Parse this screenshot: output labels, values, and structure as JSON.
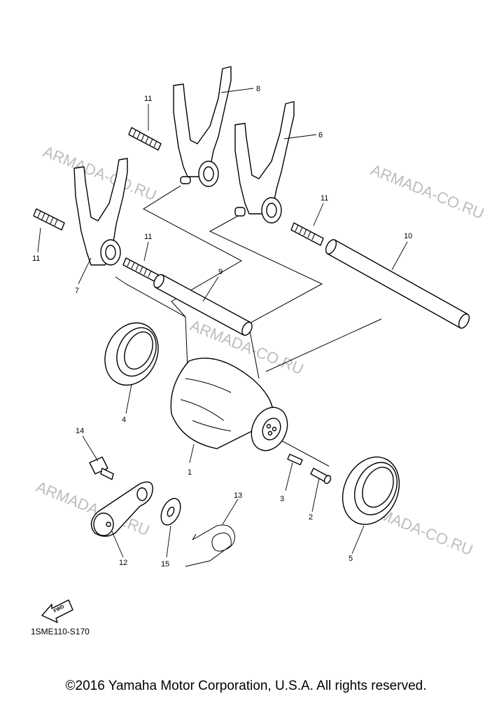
{
  "diagram": {
    "callouts": {
      "p1": "1",
      "p2": "2",
      "p3": "3",
      "p4": "4",
      "p5": "5",
      "p6": "6",
      "p7": "7",
      "p8": "8",
      "p9": "9",
      "p10": "10",
      "p11a": "11",
      "p11b": "11",
      "p11c": "11",
      "p11d": "11",
      "p12": "12",
      "p13": "13",
      "p14": "14",
      "p15": "15"
    },
    "watermark": "ARMADA-CO.RU",
    "fwd_label": "FWD",
    "drawing_code": "1SME110-S170"
  },
  "footer": {
    "copyright": "©2016 Yamaha Motor Corporation, U.S.A. All rights reserved."
  }
}
